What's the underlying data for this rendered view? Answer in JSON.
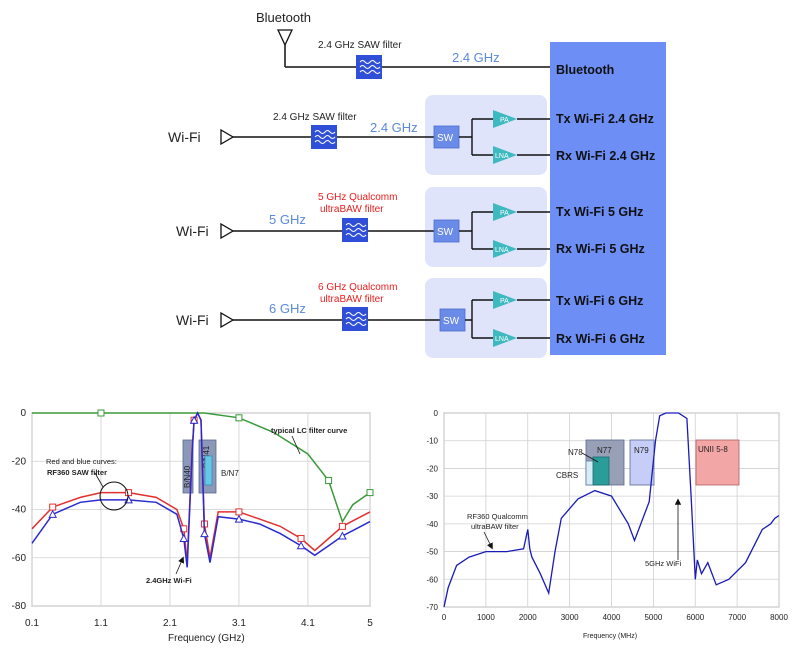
{
  "diagram": {
    "colors": {
      "block_blue": "#6c8ef5",
      "group_bg": "#dfe4fb",
      "filter_blue": "#2f4fd8",
      "amp_teal": "#3fb9c0",
      "sw_blue": "#6b8be8",
      "wire": "#111111",
      "freq_label": "#5b8ad8",
      "ultrabaw_red": "#e81e1e"
    },
    "bluetooth_antenna_label": "Bluetooth",
    "bluetooth_filter_label": "2.4 GHz SAW filter",
    "bluetooth_freq": "2.4 GHz",
    "bluetooth_output": "Bluetooth",
    "wifi24": {
      "antenna_label": "Wi-Fi",
      "filter_label": "2.4 GHz SAW filter",
      "freq": "2.4 GHz",
      "sw": "SW",
      "pa": "PA",
      "lna": "LNA",
      "tx": "Tx Wi-Fi 2.4 GHz",
      "rx": "Rx Wi-Fi 2.4 GHz"
    },
    "wifi5": {
      "antenna_label": "Wi-Fi",
      "filter_label_1": "5 GHz Qualcomm",
      "filter_label_2": "ultraBAW filter",
      "freq": "5 GHz",
      "sw": "SW",
      "pa": "PA",
      "lna": "LNA",
      "tx": "Tx Wi-Fi 5 GHz",
      "rx": "Rx Wi-Fi 5 GHz"
    },
    "wifi6": {
      "antenna_label": "Wi-Fi",
      "filter_label_1": "6 GHz Qualcomm",
      "filter_label_2": "ultraBAW filter",
      "freq": "6 GHz",
      "sw": "SW",
      "pa": "PA",
      "lna": "LNA",
      "tx": "Tx Wi-Fi 6 GHz",
      "rx": "Rx Wi-Fi 6 GHz"
    }
  },
  "chart_data": [
    {
      "type": "line",
      "xlabel": "Frequency (GHz)",
      "ylabel": "",
      "xlim": [
        0.1,
        5
      ],
      "ylim": [
        -80,
        0
      ],
      "xticks": [
        "0.1",
        "1.1",
        "2.1",
        "3.1",
        "4.1",
        "5"
      ],
      "yticks": [
        "0",
        "-20",
        "-40",
        "-60",
        "-80"
      ],
      "grid": true,
      "series": [
        {
          "name": "typical LC filter curve",
          "color": "#3a9a3a",
          "marker": "square",
          "x": [
            0.1,
            1.1,
            2.1,
            2.6,
            3.1,
            3.6,
            4.1,
            4.4,
            4.6,
            4.75,
            5.0
          ],
          "y": [
            0,
            0,
            0,
            0,
            -2,
            -8,
            -17,
            -28,
            -45,
            -38,
            -33
          ]
        },
        {
          "name": "",
          "color": "#e03030",
          "marker": "square",
          "x": [
            0.1,
            0.4,
            0.8,
            1.1,
            1.5,
            1.9,
            2.2,
            2.3,
            2.35,
            2.42,
            2.45,
            2.5,
            2.55,
            2.6,
            2.68,
            2.8,
            3.1,
            3.4,
            3.7,
            4.0,
            4.2,
            4.4,
            4.6,
            4.8,
            5.0
          ],
          "y": [
            -48,
            -39,
            -35,
            -33,
            -33,
            -35,
            -40,
            -48,
            -62,
            -16,
            -3,
            0,
            -3,
            -46,
            -60,
            -41,
            -41,
            -44,
            -47,
            -52,
            -57,
            -52,
            -47,
            -44,
            -41
          ]
        },
        {
          "name": "",
          "color": "#2a2ad0",
          "marker": "triangle",
          "x": [
            0.1,
            0.4,
            0.8,
            1.1,
            1.5,
            1.9,
            2.2,
            2.3,
            2.35,
            2.42,
            2.45,
            2.5,
            2.55,
            2.6,
            2.68,
            2.8,
            3.1,
            3.4,
            3.7,
            4.0,
            4.2,
            4.4,
            4.6,
            4.8,
            5.0
          ],
          "y": [
            -54,
            -42,
            -37,
            -36,
            -36,
            -37,
            -42,
            -52,
            -64,
            -18,
            -3,
            0,
            -3,
            -50,
            -62,
            -43,
            -44,
            -46,
            -50,
            -55,
            -59,
            -55,
            -51,
            -48,
            -45
          ]
        }
      ],
      "annotations": {
        "bands": [
          "B/N40",
          "B/N41",
          "B/N7"
        ],
        "curve_note_1": "Red and blue curves:",
        "curve_note_2": "RF360 SAW filter",
        "lc_note": "typical LC filter curve",
        "wifi_note": "2.4GHz Wi-Fi"
      }
    },
    {
      "type": "line",
      "xlabel": "Frequency (MHz)",
      "ylabel": "",
      "xlim": [
        0,
        8000
      ],
      "ylim": [
        -70,
        0
      ],
      "xticks": [
        "0",
        "1000",
        "2000",
        "3000",
        "4000",
        "5000",
        "6000",
        "7000",
        "8000"
      ],
      "yticks": [
        "0",
        "-10",
        "-20",
        "-30",
        "-40",
        "-50",
        "-60",
        "-70"
      ],
      "grid": true,
      "series": [
        {
          "name": "",
          "color": "#1a1ab8",
          "x": [
            0,
            100,
            300,
            600,
            1000,
            1500,
            1900,
            2000,
            2050,
            2100,
            2300,
            2500,
            2650,
            2800,
            3200,
            3600,
            4000,
            4400,
            4550,
            4700,
            4900,
            5050,
            5150,
            5300,
            5600,
            5800,
            5900,
            6000,
            6050,
            6150,
            6300,
            6500,
            6800,
            7200,
            7600,
            7800,
            7900,
            8000
          ],
          "y": [
            -70,
            -63,
            -55,
            -52,
            -50,
            -50,
            -49,
            -42,
            -49,
            -52,
            -58,
            -65,
            -50,
            -38,
            -31,
            -28,
            -30,
            -40,
            -46,
            -40,
            -32,
            -10,
            -1,
            0,
            0,
            -2,
            -30,
            -60,
            -53,
            -58,
            -54,
            -62,
            -60,
            -54,
            -42,
            -40,
            -38,
            -37
          ]
        }
      ],
      "annotations": {
        "bands": [
          "N78",
          "N77",
          "N79",
          "CBRS",
          "UNII 5-8"
        ],
        "filter_note_1": "RF360 Qualcomm",
        "filter_note_2": "ultraBAW filter",
        "wifi_note": "5GHz WiFi"
      }
    }
  ]
}
